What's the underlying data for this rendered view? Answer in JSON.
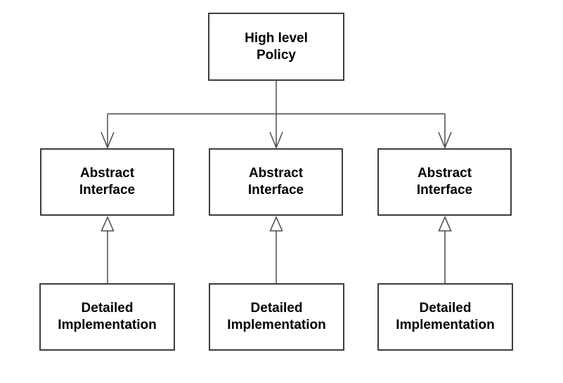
{
  "diagram": {
    "nodes": [
      {
        "id": "high-level-policy",
        "label": "High level\nPolicy"
      },
      {
        "id": "abstract-interface-1",
        "label": "Abstract\nInterface"
      },
      {
        "id": "abstract-interface-2",
        "label": "Abstract\nInterface"
      },
      {
        "id": "abstract-interface-3",
        "label": "Abstract\nInterface"
      },
      {
        "id": "detailed-implementation-1",
        "label": "Detailed\nImplementation"
      },
      {
        "id": "detailed-implementation-2",
        "label": "Detailed\nImplementation"
      },
      {
        "id": "detailed-implementation-3",
        "label": "Detailed\nImplementation"
      }
    ],
    "edges": [
      {
        "from": "high-level-policy",
        "to": "abstract-interface-1",
        "arrowhead": "open-v-down"
      },
      {
        "from": "high-level-policy",
        "to": "abstract-interface-2",
        "arrowhead": "open-v-down"
      },
      {
        "from": "high-level-policy",
        "to": "abstract-interface-3",
        "arrowhead": "open-v-down"
      },
      {
        "from": "detailed-implementation-1",
        "to": "abstract-interface-1",
        "arrowhead": "hollow-triangle-up"
      },
      {
        "from": "detailed-implementation-2",
        "to": "abstract-interface-2",
        "arrowhead": "hollow-triangle-up"
      },
      {
        "from": "detailed-implementation-3",
        "to": "abstract-interface-3",
        "arrowhead": "hollow-triangle-up"
      }
    ],
    "colors": {
      "line": "#4a4a4a",
      "border": "#3d3d3d",
      "text": "#000000",
      "background": "#ffffff"
    }
  }
}
